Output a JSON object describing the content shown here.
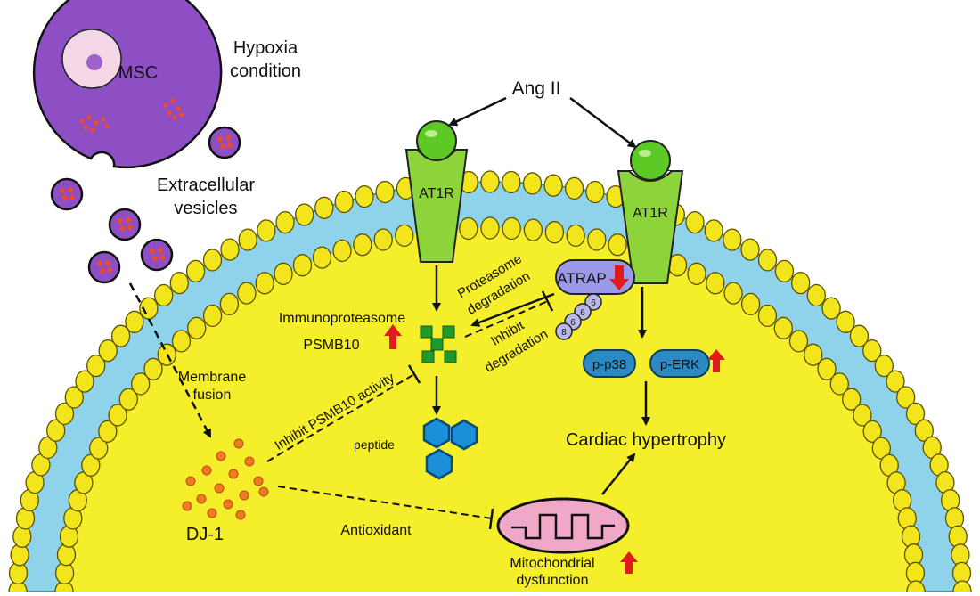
{
  "cell": {
    "label": "MSC",
    "condition_line1": "Hypoxia",
    "condition_line2": "condition",
    "vesicles_line1": "Extracellular",
    "vesicles_line2": "vesicles"
  },
  "ligand": "Ang II",
  "receptor_left": "AT1R",
  "receptor_right": "AT1R",
  "atrap": "ATRAP",
  "proteasome_line1": "Proteasome",
  "proteasome_line2": "degradation",
  "inhibit_line1": "Inhibit",
  "inhibit_line2": "degradation",
  "immunoproteasome": "Immunoproteasome",
  "psmb10": "PSMB10",
  "membrane_line1": "Membrane",
  "membrane_line2": "fusion",
  "inhibit_psmb10": "Inhibit PSMB10 activity",
  "peptide": "peptide",
  "p38": "p-p38",
  "erk": "p-ERK",
  "hypertrophy": "Cardiac hypertrophy",
  "dj1": "DJ-1",
  "antioxidant": "Antioxidant",
  "mito_line1": "Mitochondrial",
  "mito_line2": "dysfunction",
  "chain_labels": [
    "6",
    "6",
    "6",
    "8"
  ],
  "colors": {
    "cytoplasm": "#f5ee2a",
    "membrane_blue": "#8fd3ea",
    "lipid_head": "#f2e51c",
    "receptor": "#8cd43a",
    "ligand_ball": "#5cc925",
    "msc": "#8e4fc4",
    "kinase": "#2b8ac4",
    "atrap": "#9a9ae8",
    "up_arrow": "#e01b1b",
    "mito": "#f0a8c8",
    "dj1_dot": "#f07a22",
    "square": "#1f9a2a",
    "hexagon": "#1b8fd8"
  }
}
